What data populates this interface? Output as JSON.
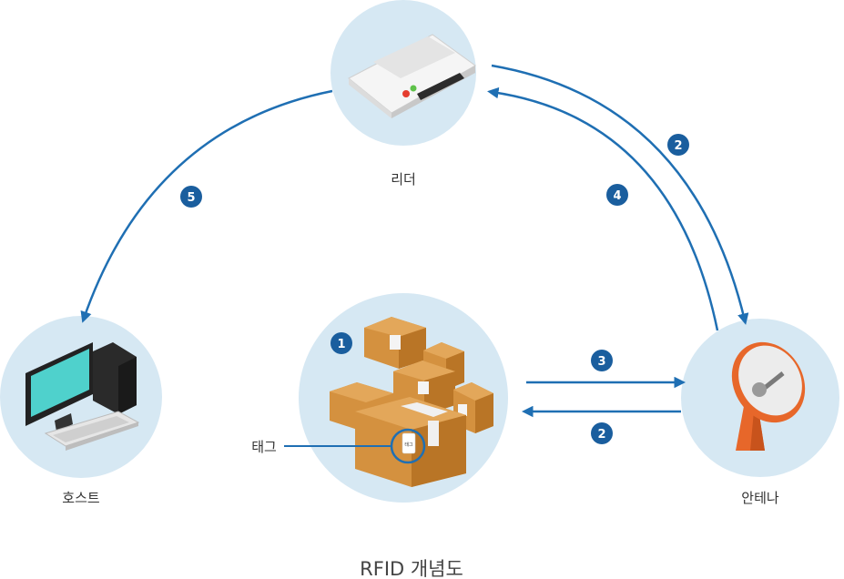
{
  "colors": {
    "circle_bg": "#d6e8f3",
    "arrow": "#1f6fb3",
    "badge": "#1a5e9e",
    "box_main": "#d4913f",
    "box_side": "#b97526",
    "box_top": "#e3a75a",
    "screen": "#4fd1cc",
    "antenna_orange": "#e7672a",
    "antenna_dish": "#e9e9e9"
  },
  "nodes": {
    "reader": {
      "label": "리더"
    },
    "host": {
      "label": "호스트"
    },
    "antenna": {
      "label": "안테나"
    },
    "tag_group": {
      "label": "태그",
      "tag_small": "태그"
    }
  },
  "steps": {
    "step1": "1",
    "step2_top": "2",
    "step3": "3",
    "step4": "4",
    "step5": "5",
    "step2_bottom": "2"
  },
  "caption": "RFID 개념도"
}
